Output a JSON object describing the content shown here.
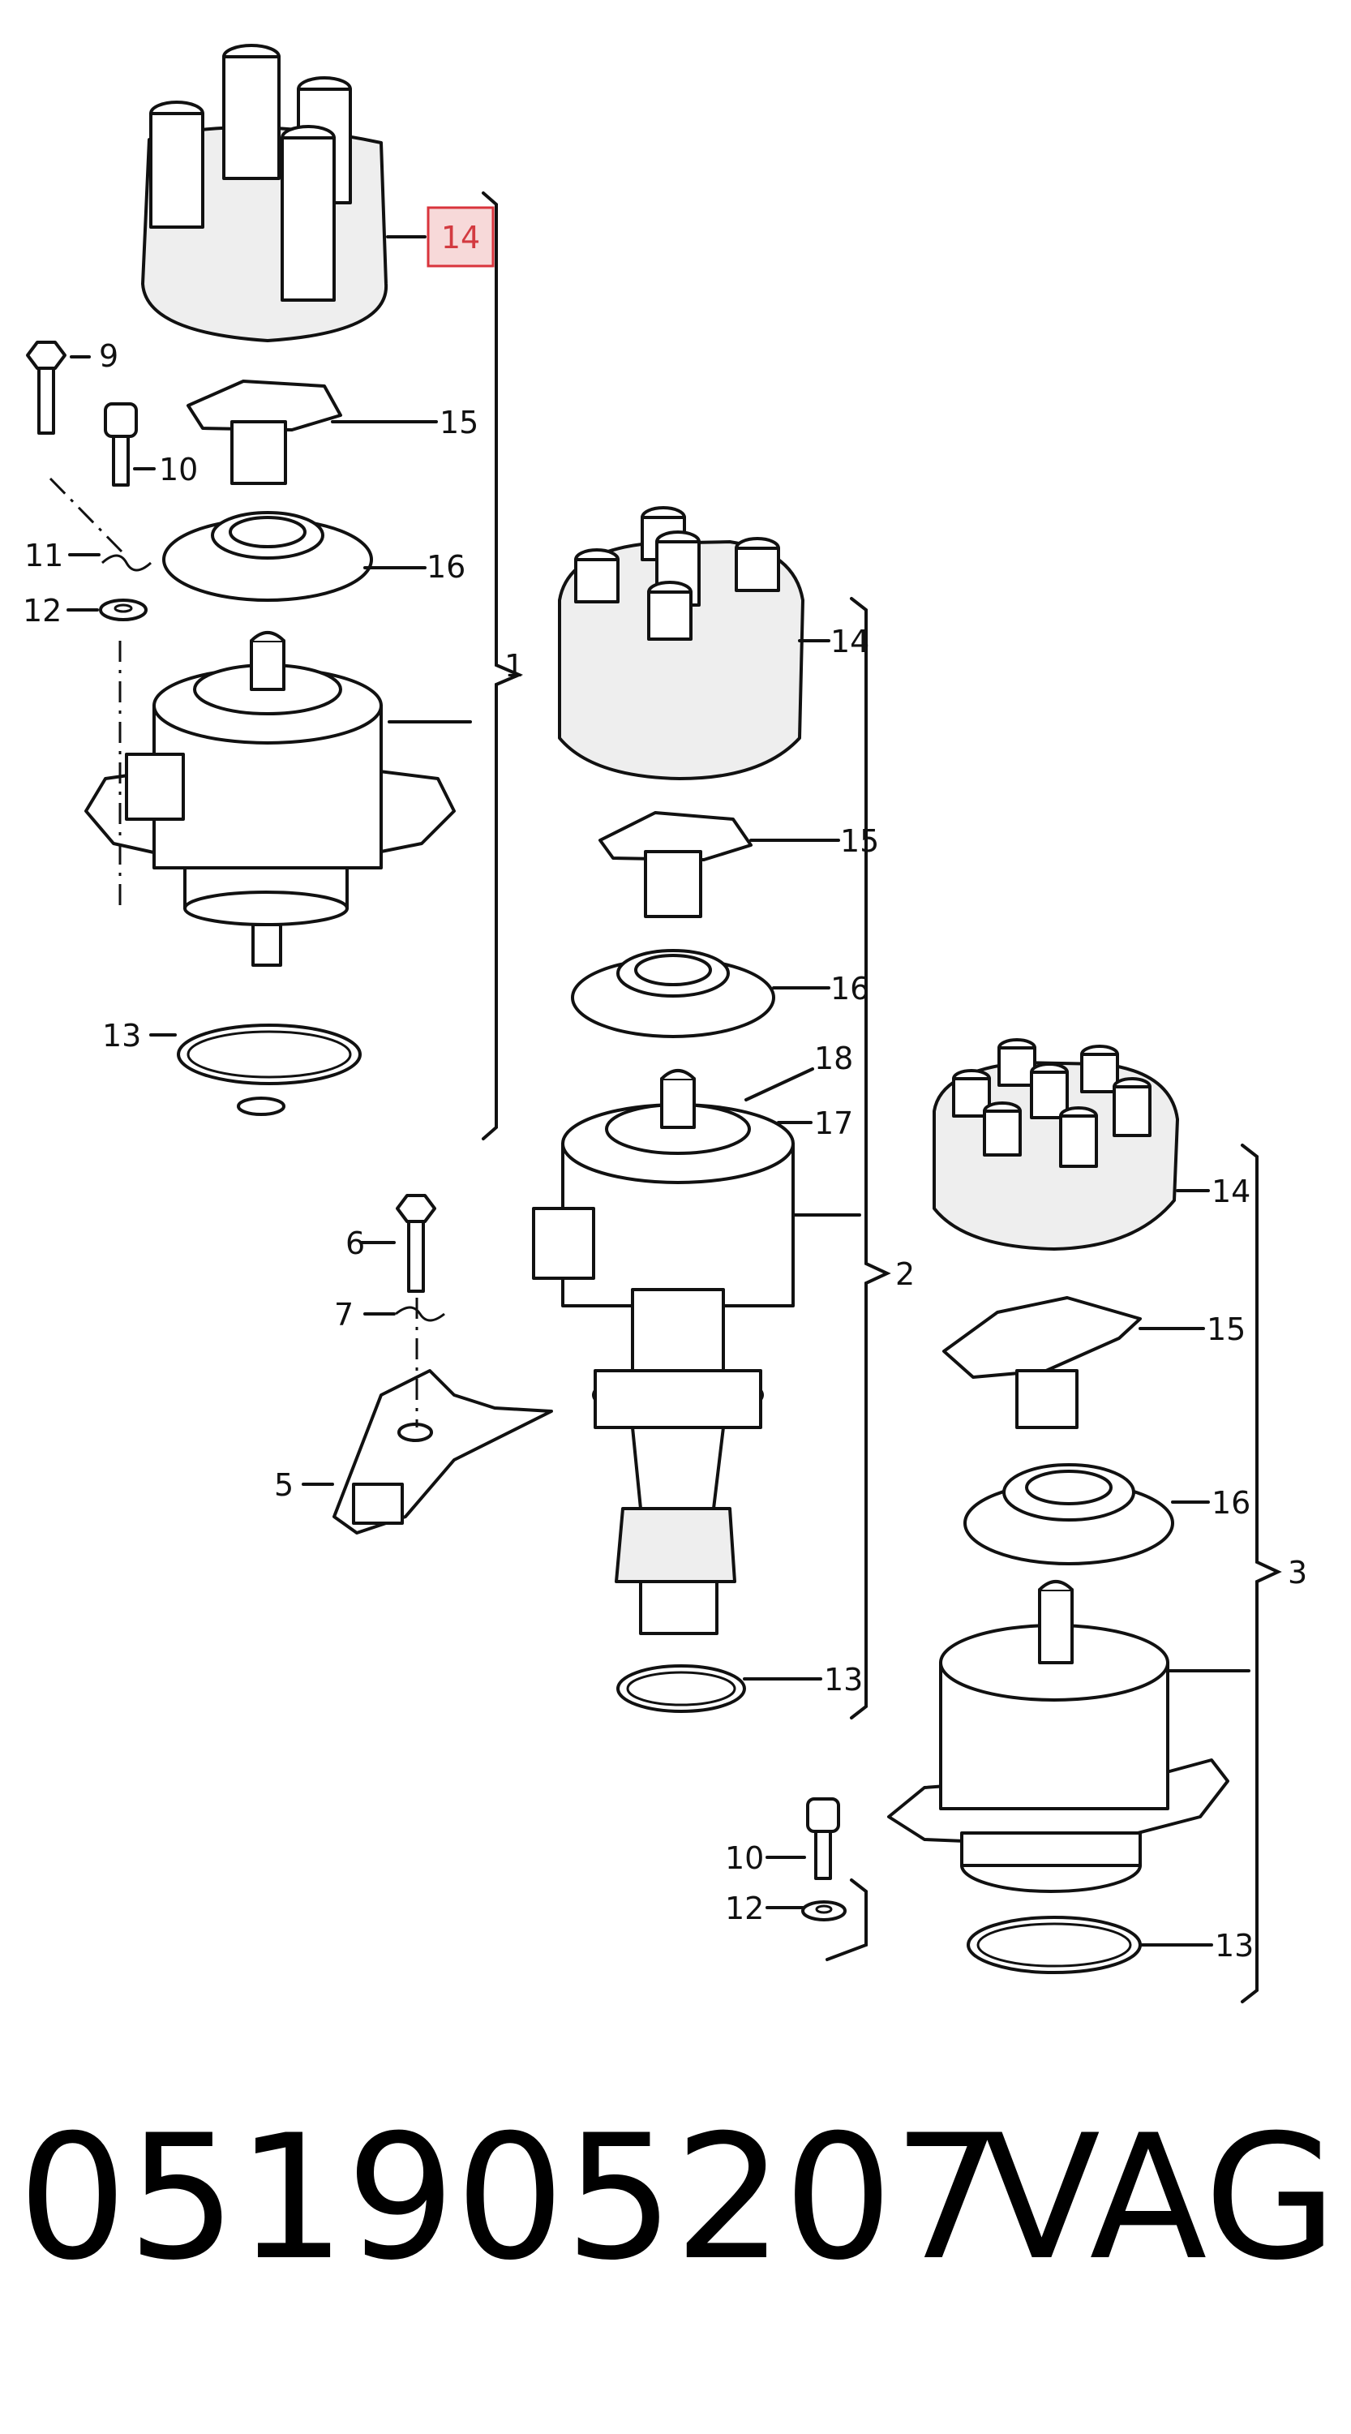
{
  "diagram": {
    "callouts": {
      "a14": "14",
      "a15": "15",
      "a16": "16",
      "a1": "1",
      "a9": "9",
      "a10": "10",
      "a11": "11",
      "a12": "12",
      "a13": "13",
      "a6": "6",
      "a7": "7",
      "a5": "5",
      "b14": "14",
      "b15": "15",
      "b16": "16",
      "b18": "18",
      "b17": "17",
      "b2": "2",
      "b13": "13",
      "c14": "14",
      "c15": "15",
      "c16": "16",
      "c3": "3",
      "c10": "10",
      "c12": "12",
      "c13": "13"
    },
    "highlighted_callout": "a14",
    "highlight_color": "#d9343c"
  },
  "footer": {
    "part_number": "051905207",
    "brand": "VAG"
  }
}
